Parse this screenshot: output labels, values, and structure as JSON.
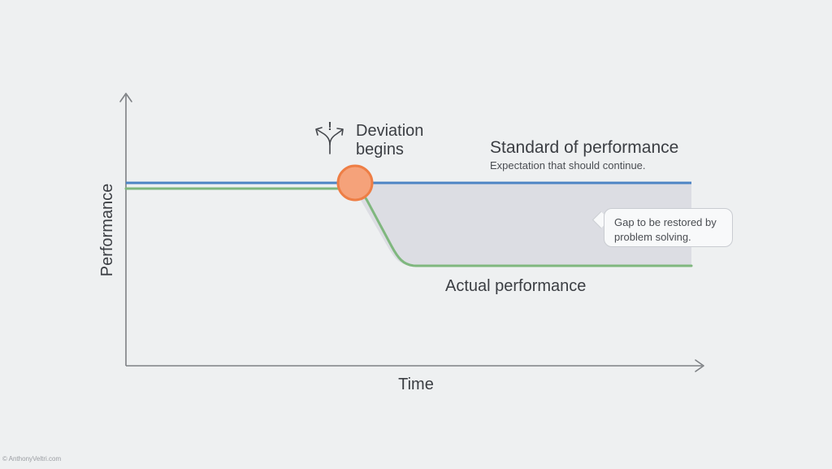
{
  "axes": {
    "x_label": "Time",
    "y_label": "Performance"
  },
  "standard": {
    "title": "Standard of performance",
    "subtitle": "Expectation that should continue.",
    "color": "#4d84c4"
  },
  "actual": {
    "label": "Actual performance",
    "color": "#7fb77e"
  },
  "deviation": {
    "label_line1": "Deviation",
    "label_line2": "begins",
    "icon_mark": "!",
    "icon": "diverging-arrows-icon",
    "marker_color": "#f5a27a"
  },
  "gap": {
    "callout_line1": "Gap to be restored by",
    "callout_line2": "problem solving.",
    "fill_color": "#dcdde3"
  },
  "watermark": "© AnthonyVeltri.com"
}
